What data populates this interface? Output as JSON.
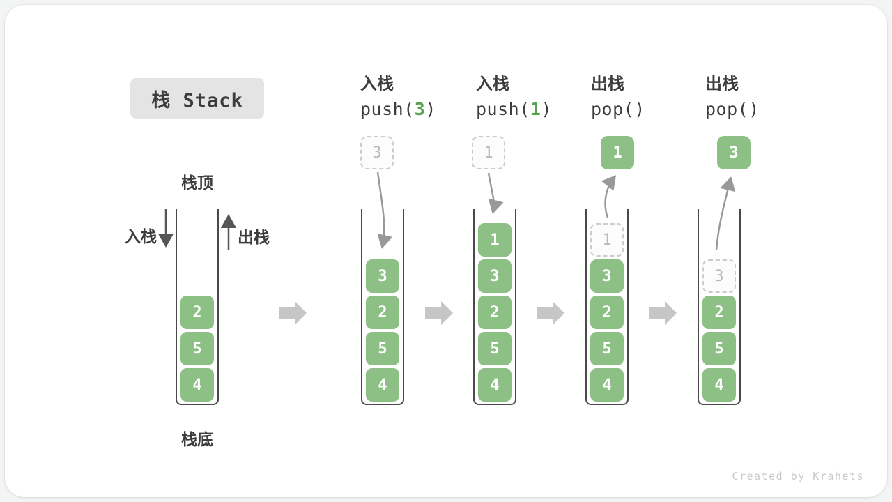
{
  "title": "栈 Stack",
  "footer": "Created by Krahets",
  "legend": {
    "stack_top": "栈顶",
    "stack_bottom": "栈底",
    "push_side": "入栈",
    "pop_side": "出栈"
  },
  "ops": [
    {
      "label": "入栈",
      "code_pre": "push(",
      "code_arg": "3",
      "code_post": ")",
      "float_value": "3",
      "float_style": "ghost"
    },
    {
      "label": "入栈",
      "code_pre": "push(",
      "code_arg": "1",
      "code_post": ")",
      "float_value": "1",
      "float_style": "ghost"
    },
    {
      "label": "出栈",
      "code_pre": "pop(",
      "code_arg": "",
      "code_post": ")",
      "float_value": "1",
      "float_style": "solid"
    },
    {
      "label": "出栈",
      "code_pre": "pop(",
      "code_arg": "",
      "code_post": ")",
      "float_value": "3",
      "float_style": "solid"
    }
  ],
  "stacks": [
    {
      "cells": [
        {
          "v": "2"
        },
        {
          "v": "5"
        },
        {
          "v": "4"
        }
      ]
    },
    {
      "cells": [
        {
          "v": "3"
        },
        {
          "v": "2"
        },
        {
          "v": "5"
        },
        {
          "v": "4"
        }
      ]
    },
    {
      "cells": [
        {
          "v": "1"
        },
        {
          "v": "3"
        },
        {
          "v": "2"
        },
        {
          "v": "5"
        },
        {
          "v": "4"
        }
      ]
    },
    {
      "cells": [
        {
          "v": "1",
          "ghost": true
        },
        {
          "v": "3"
        },
        {
          "v": "2"
        },
        {
          "v": "5"
        },
        {
          "v": "4"
        }
      ]
    },
    {
      "cells": [
        {
          "v": "3",
          "ghost": true
        },
        {
          "v": "2"
        },
        {
          "v": "5"
        },
        {
          "v": "4"
        }
      ]
    }
  ],
  "colors": {
    "page-bg": "#f3f4f4",
    "card-bg": "#ffffff",
    "title-bg": "#e4e4e4",
    "ink": "#3c3c3c",
    "green": "#8cc084",
    "green-dark": "#55a14e",
    "wall": "#4a4a4a",
    "dash": "#cccccc",
    "ghost-ink": "#b9b9b9",
    "block-arrow": "#c6c6c6",
    "curve-arrow": "#999999",
    "straight-arrow": "#565656",
    "footer-ink": "#c9c9c9"
  }
}
